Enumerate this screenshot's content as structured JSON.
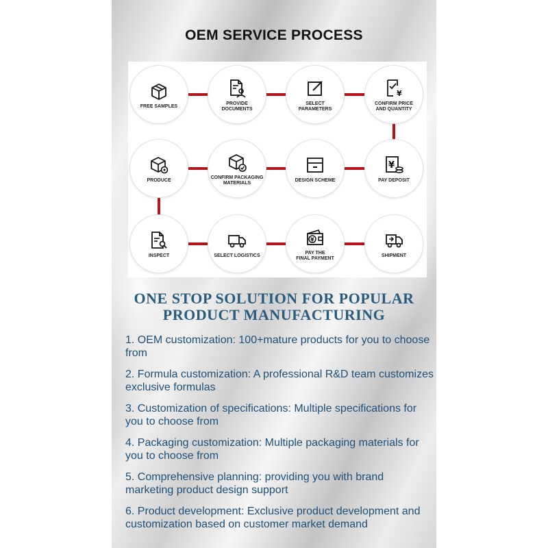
{
  "page": {
    "title": "OEM SERVICE PROCESS",
    "heading_line1": "ONE STOP SOLUTION FOR POPULAR",
    "heading_line2": "PRODUCT MANUFACTURING"
  },
  "colors": {
    "connector": "#b3141c",
    "heading": "#2a5b7c",
    "list_text": "#1d4f78"
  },
  "steps": [
    {
      "label": "FREE SAMPLES",
      "icon": "box-icon"
    },
    {
      "label": "PROVIDE\nDOCUMENTS",
      "icon": "document-user-icon"
    },
    {
      "label": "SELECT\nPARAMETERS",
      "icon": "edit-square-icon"
    },
    {
      "label": "CONFIRM PRICE\nAND QUANTITY",
      "icon": "price-check-icon"
    },
    {
      "label": "PAY DEPOSIT",
      "icon": "yen-coins-icon"
    },
    {
      "label": "DESIGN SCHEME",
      "icon": "drawer-box-icon"
    },
    {
      "label": "CONFIRM PACKAGING\nMATERIALS",
      "icon": "package-check-icon"
    },
    {
      "label": "PRODUCE",
      "icon": "box-gear-icon"
    },
    {
      "label": "INSPECT",
      "icon": "document-search-icon"
    },
    {
      "label": "SELECT LOGISTICS",
      "icon": "truck-icon"
    },
    {
      "label": "PAY THE\nFINAL PAYMENT",
      "icon": "wallet-yen-icon"
    },
    {
      "label": "SHIPMENT",
      "icon": "delivery-truck-icon"
    }
  ],
  "list": [
    "1. OEM customization: 100+mature products for you to choose from",
    "2. Formula customization: A professional R&D team customizes exclusive formulas",
    "3. Customization of specifications: Multiple specifications for you to choose from",
    "4. Packaging customization: Multiple packaging materials for you to choose from",
    "5. Comprehensive planning: providing you with brand marketing product design support",
    "6. Product development: Exclusive product development and customization based on customer market demand"
  ]
}
